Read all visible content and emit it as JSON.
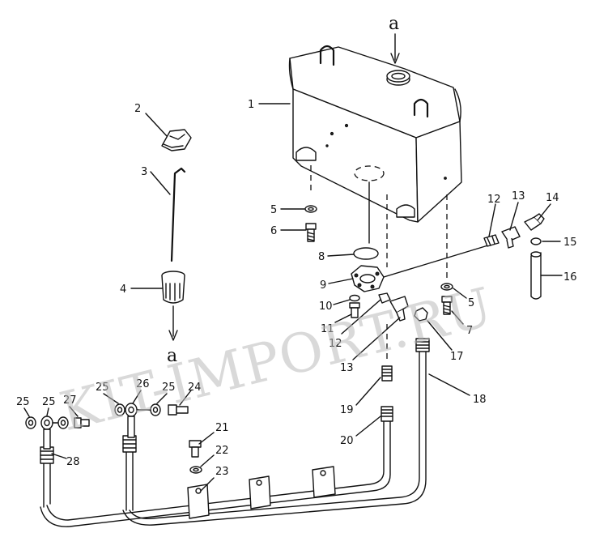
{
  "diagram": {
    "watermark": "KIT-IMPORT.RU",
    "ref_marker": "a",
    "callouts": {
      "c1": "1",
      "c2": "2",
      "c3": "3",
      "c4": "4",
      "c5a": "5",
      "c6": "6",
      "c8": "8",
      "c9": "9",
      "c10": "10",
      "c11": "11",
      "c12a": "12",
      "c13a": "13",
      "c14": "14",
      "c15": "15",
      "c16": "16",
      "c5b": "5",
      "c7": "7",
      "c12b": "12",
      "c13b": "13",
      "c17": "17",
      "c18": "18",
      "c19": "19",
      "c20": "20",
      "c21": "21",
      "c22": "22",
      "c23": "23",
      "c24": "24",
      "c25a": "25",
      "c26": "26",
      "c25b": "25",
      "c25c": "25",
      "c25d": "25",
      "c27": "27",
      "c28": "28"
    }
  }
}
